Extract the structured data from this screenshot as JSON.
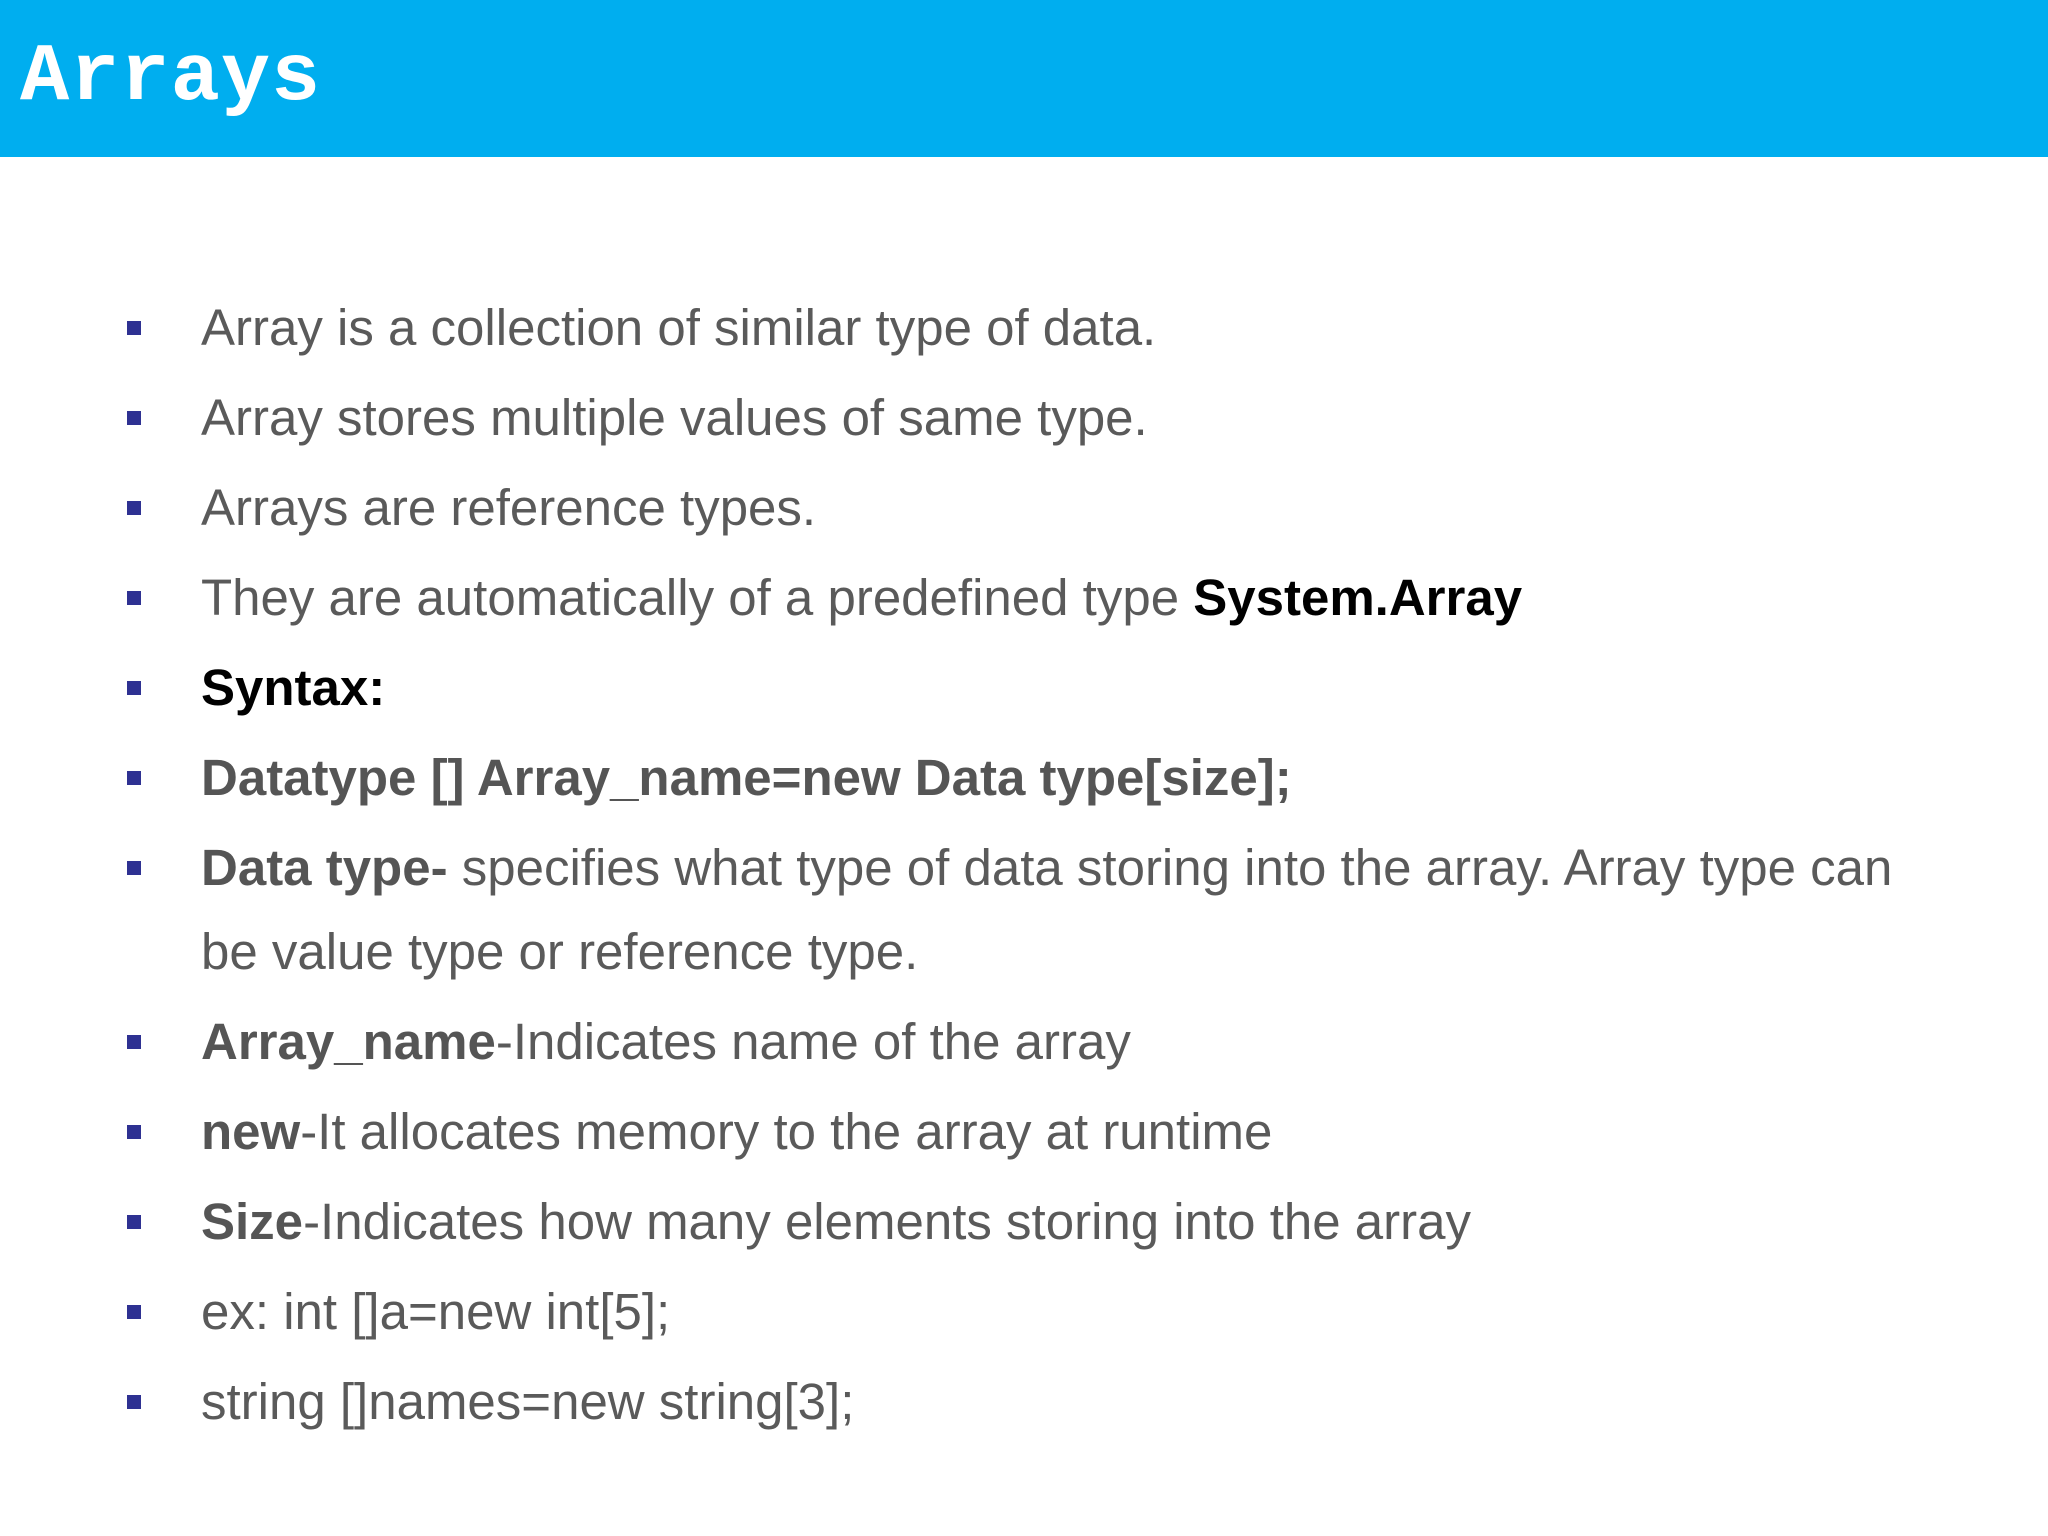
{
  "slide": {
    "title": "Arrays",
    "colors": {
      "title_bar": "#00aeef",
      "title_text": "#ffffff",
      "bullet_marker": "#2e3192",
      "body_text": "#5a5a5a",
      "emphasis_text": "#000000"
    },
    "bullets": [
      {
        "text": "Array is a collection of similar type of data."
      },
      {
        "text": "Array stores multiple values of same type."
      },
      {
        "text": "Arrays are reference types."
      },
      {
        "text": "They are automatically of a predefined type ",
        "strong": "System.Array"
      },
      {
        "strong": "Syntax:"
      },
      {
        "strong": "Datatype [] Array_name=new Data type[size];"
      },
      {
        "strong": "Data type-",
        "text": " specifies what type of data storing into the array. Array type can be value type or reference type."
      },
      {
        "strong": "Array_name",
        "text": "-Indicates name of the array"
      },
      {
        "strong": "new",
        "text": "-It allocates memory to the array at runtime"
      },
      {
        "strong": "Size",
        "text": "-Indicates how many elements storing into the array"
      },
      {
        "text": "ex: int []a=new int[5];"
      },
      {
        "text": "string []names=new string[3];"
      }
    ]
  }
}
